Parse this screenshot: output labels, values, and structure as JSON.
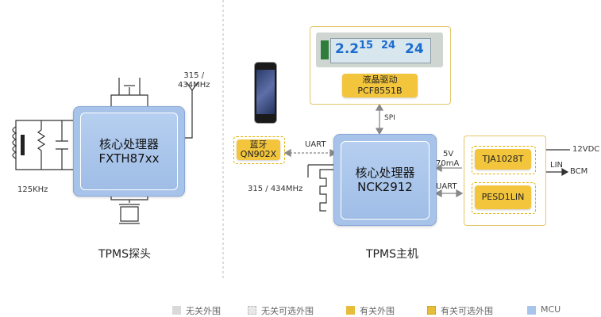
{
  "probe": {
    "mcu_line1": "核心处理器",
    "mcu_line2": "FXTH87xx",
    "antenna_freq": "315 /\n434MHz",
    "lf_freq": "125KHz",
    "caption": "TPMS探头"
  },
  "host": {
    "mcu_line1": "核心处理器",
    "mcu_line2": "NCK2912",
    "bt_line1": "蓝牙",
    "bt_line2": "QN902X",
    "uart1": "UART",
    "uart2": "UART",
    "rf_freq": "315 / 434MHz",
    "spi": "SPI",
    "lcd_line1": "液晶驱动",
    "lcd_line2": "PCF8551B",
    "lcd_digits": [
      "2.2",
      "15",
      "24",
      "24"
    ],
    "power_v": "5V",
    "power_i": "70mA",
    "tja": "TJA1028T",
    "pesd": "PESD1LIN",
    "v12": "12VDC",
    "lin": "LIN",
    "bcm": "BCM",
    "caption": "TPMS主机"
  },
  "legend": [
    {
      "label": "无关外围",
      "color": "#d9d9d9",
      "dashed": false
    },
    {
      "label": "无关可选外围",
      "color": "#d9d9d9",
      "dashed": true
    },
    {
      "label": "有关外围",
      "color": "#e5bd3a",
      "dashed": false
    },
    {
      "label": "有关可选外围",
      "color": "#e5bd3a",
      "dashed": true
    },
    {
      "label": "MCU",
      "color": "#a9c4eb",
      "dashed": false
    }
  ]
}
